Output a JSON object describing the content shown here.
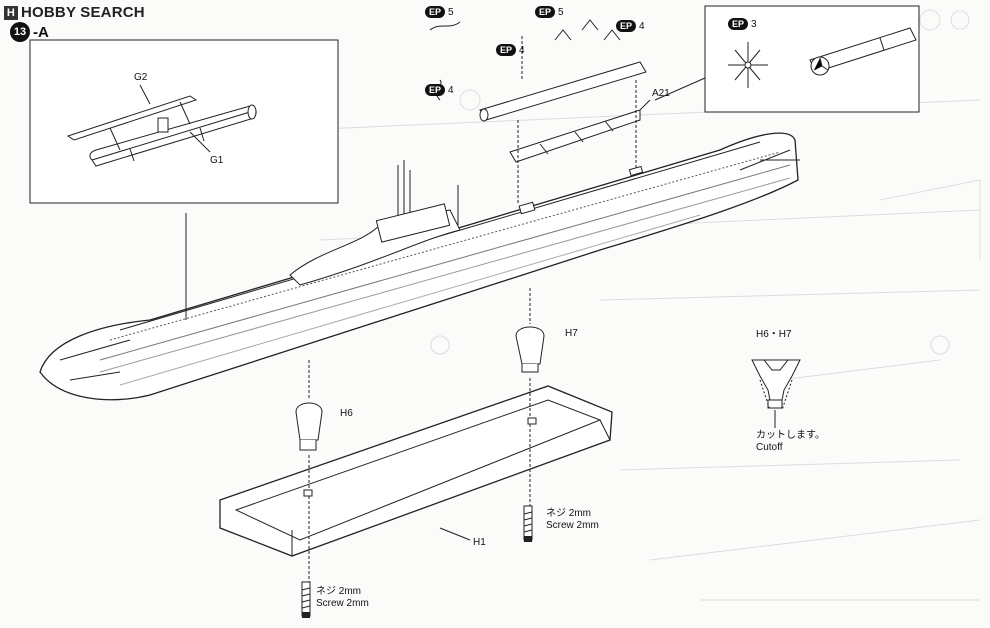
{
  "watermark": {
    "brand": "HOBBY SEARCH",
    "mark": "H"
  },
  "step": {
    "number": "13",
    "suffix": "-A"
  },
  "parts": {
    "g1": "G1",
    "g2": "G2",
    "a21": "A21",
    "h1": "H1",
    "h6": "H6",
    "h7": "H7",
    "h6_h7": "H6・H7"
  },
  "ep_callouts": [
    {
      "tag": "EP",
      "num": "5"
    },
    {
      "tag": "EP",
      "num": "4"
    },
    {
      "tag": "EP",
      "num": "5"
    },
    {
      "tag": "EP",
      "num": "4"
    },
    {
      "tag": "EP",
      "num": "4"
    },
    {
      "tag": "EP",
      "num": "3"
    }
  ],
  "screws": [
    {
      "jp": "ネジ 2mm",
      "en": "Screw 2mm"
    },
    {
      "jp": "ネジ 2mm",
      "en": "Screw 2mm"
    }
  ],
  "cutoff": {
    "jp": "カットします。",
    "en": "Cutoff"
  },
  "colors": {
    "ink": "#111111",
    "paper": "#fbfbfa",
    "faint": "#d8d8d8"
  }
}
